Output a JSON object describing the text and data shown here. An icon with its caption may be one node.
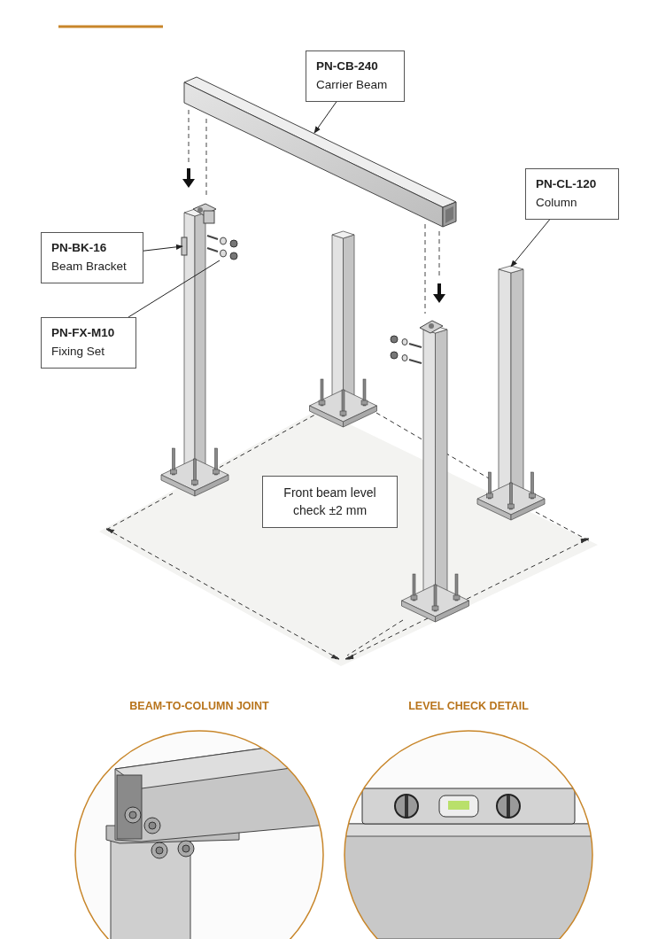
{
  "diagram": {
    "nodes": [
      {
        "text": [
          "PN-CB-240",
          "Carrier Beam"
        ]
      },
      {
        "text": [],
        "shape": "picture"
      },
      {
        "text": [
          "PN-CL-120",
          "Column"
        ]
      },
      {
        "text": [],
        "shape": "picture"
      },
      {
        "text": [
          "PN-BK-16",
          "Beam Bracket"
        ]
      },
      {
        "text": [],
        "shape": "picture"
      },
      {
        "text": [
          "PN-FX-M10",
          "Fixing Set"
        ]
      },
      {
        "text": [],
        "shape": "picture"
      },
      {
        "text": [
          "Front beam level check ±2 mm"
        ]
      },
      {
        "text": [
          "BEAM-TO-COLUMN JOINT"
        ]
      },
      {
        "text": [
          "LEVEL CHECK DETAIL"
        ]
      }
    ],
    "edges": [
      {
        "from": 0,
        "to": 1,
        "arrow": "to"
      },
      {
        "from": 2,
        "to": 3,
        "arrow": "to"
      },
      {
        "from": 4,
        "to": 5,
        "arrow": "to"
      },
      {
        "from": 6,
        "to": 7,
        "arrow": "none"
      }
    ]
  }
}
